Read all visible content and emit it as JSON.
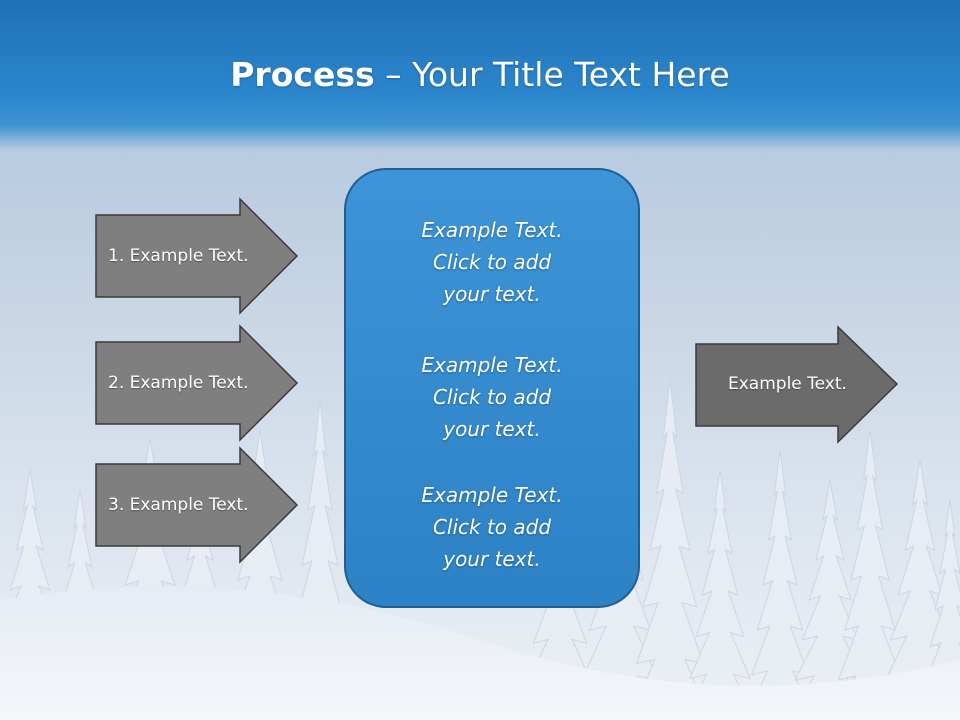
{
  "title": {
    "bold": "Process",
    "rest": " – Your Title Text Here"
  },
  "left_arrows": [
    {
      "label": "1. Example Text."
    },
    {
      "label": "2. Example Text."
    },
    {
      "label": "3. Example Text."
    }
  ],
  "center_box": {
    "blocks": [
      {
        "lines": [
          "Example Text.",
          "Click  to add",
          "your text."
        ]
      },
      {
        "lines": [
          "Example Text.",
          "Click  to add",
          "your text."
        ]
      },
      {
        "lines": [
          "Example Text.",
          "Click  to add",
          "your text."
        ]
      }
    ]
  },
  "right_arrow": {
    "label": "Example Text."
  },
  "colors": {
    "header_blue": "#2c86cc",
    "box_blue": "#3489cb",
    "box_border": "#1f5f93",
    "arrow_fill": "#7f7f7f",
    "right_arrow_fill": "#6b6b6b",
    "arrow_stroke": "#3a3a3a"
  }
}
